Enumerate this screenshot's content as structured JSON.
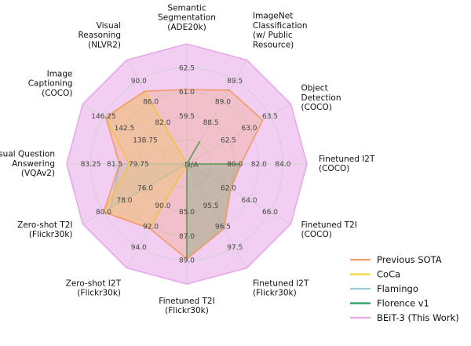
{
  "chart_data": {
    "type": "radar",
    "center_label": "N/A",
    "axes": [
      {
        "label": [
          "Semantic",
          "Segmentation",
          "(ADE20k)"
        ],
        "ticks": [
          "59.5",
          "61.0",
          "62.5"
        ]
      },
      {
        "label": [
          "ImageNet",
          "Classification",
          "(w/ Public",
          "Resource)"
        ],
        "ticks": [
          "88.5",
          "89.0",
          "89.5"
        ]
      },
      {
        "label": [
          "Object",
          "Detection",
          "(COCO)"
        ],
        "ticks": [
          "62.5",
          "63.0",
          "63.5"
        ]
      },
      {
        "label": [
          "Finetuned I2T",
          "(COCO)"
        ],
        "ticks": [
          "80.0",
          "82.0",
          "84.0"
        ]
      },
      {
        "label": [
          "Finetuned T2I",
          "(COCO)"
        ],
        "ticks": [
          "62.0",
          "64.0",
          "66.0"
        ]
      },
      {
        "label": [
          "Finetuned I2T",
          "(Flickr30k)"
        ],
        "ticks": [
          "95.5",
          "96.5",
          "97.5"
        ]
      },
      {
        "label": [
          "Finetuned T2I",
          "(Flickr30k)"
        ],
        "ticks": [
          "85.0",
          "87.0",
          "89.0"
        ]
      },
      {
        "label": [
          "Zero-shot I2T",
          "(Flickr30k)"
        ],
        "ticks": [
          "90.0",
          "92.0",
          "94.0"
        ]
      },
      {
        "label": [
          "Zero-shot T2I",
          "(Flickr30k)"
        ],
        "ticks": [
          "76.0",
          "78.0",
          "80.0"
        ]
      },
      {
        "label": [
          "Visual Question",
          "Answering",
          "(VQAv2)"
        ],
        "ticks": [
          "79.75",
          "81.5",
          "83.25"
        ]
      },
      {
        "label": [
          "Image",
          "Captioning",
          "(COCO)"
        ],
        "ticks": [
          "138.75",
          "142.5",
          "146.25"
        ]
      },
      {
        "label": [
          "Visual",
          "Reasoning",
          "(NLVR2)"
        ],
        "ticks": [
          "82.0",
          "86.0",
          "90.0"
        ]
      }
    ],
    "series": [
      {
        "name": "BEiT-3 (This Work)",
        "color": "#e7a8e7",
        "values": [
          1,
          1,
          1,
          1,
          1,
          1,
          1,
          1,
          1,
          1,
          1,
          1
        ]
      },
      {
        "name": "Florence v1",
        "color": "#2ca05a",
        "values": [
          0,
          0.22,
          0,
          0.45,
          0.42,
          0.62,
          0.79,
          0,
          0,
          0,
          0,
          0
        ]
      },
      {
        "name": "Flamingo",
        "color": "#9ecae1",
        "values": [
          0,
          0,
          0,
          0,
          0,
          0,
          0,
          0,
          0.73,
          0.56,
          0,
          0
        ]
      },
      {
        "name": "CoCa",
        "color": "#f5d33b",
        "values": [
          0,
          0,
          0,
          0,
          0,
          0,
          0,
          0.62,
          0.8,
          0.48,
          0.78,
          0.7
        ]
      },
      {
        "name": "Previous SOTA",
        "color": "#f0a070",
        "values": [
          0.62,
          0.71,
          0.73,
          0.45,
          0.42,
          0.62,
          0.79,
          0.62,
          0.8,
          0.56,
          0.78,
          0.7
        ]
      }
    ],
    "legend": {
      "placement": "bottom-right",
      "order": [
        "Previous SOTA",
        "CoCa",
        "Flamingo",
        "Florence v1",
        "BEiT-3 (This Work)"
      ]
    },
    "grid": true
  }
}
